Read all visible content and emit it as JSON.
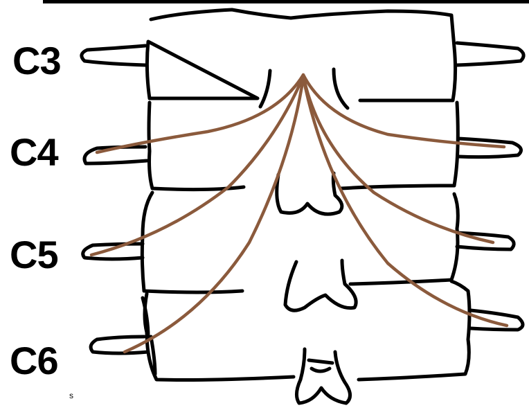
{
  "labels": {
    "c3": "C3",
    "c4": "C4",
    "c5": "C5",
    "c6": "C6"
  },
  "corner_mark": "s",
  "colors": {
    "outline": "#000000",
    "nerve": "#8b5a3c"
  }
}
